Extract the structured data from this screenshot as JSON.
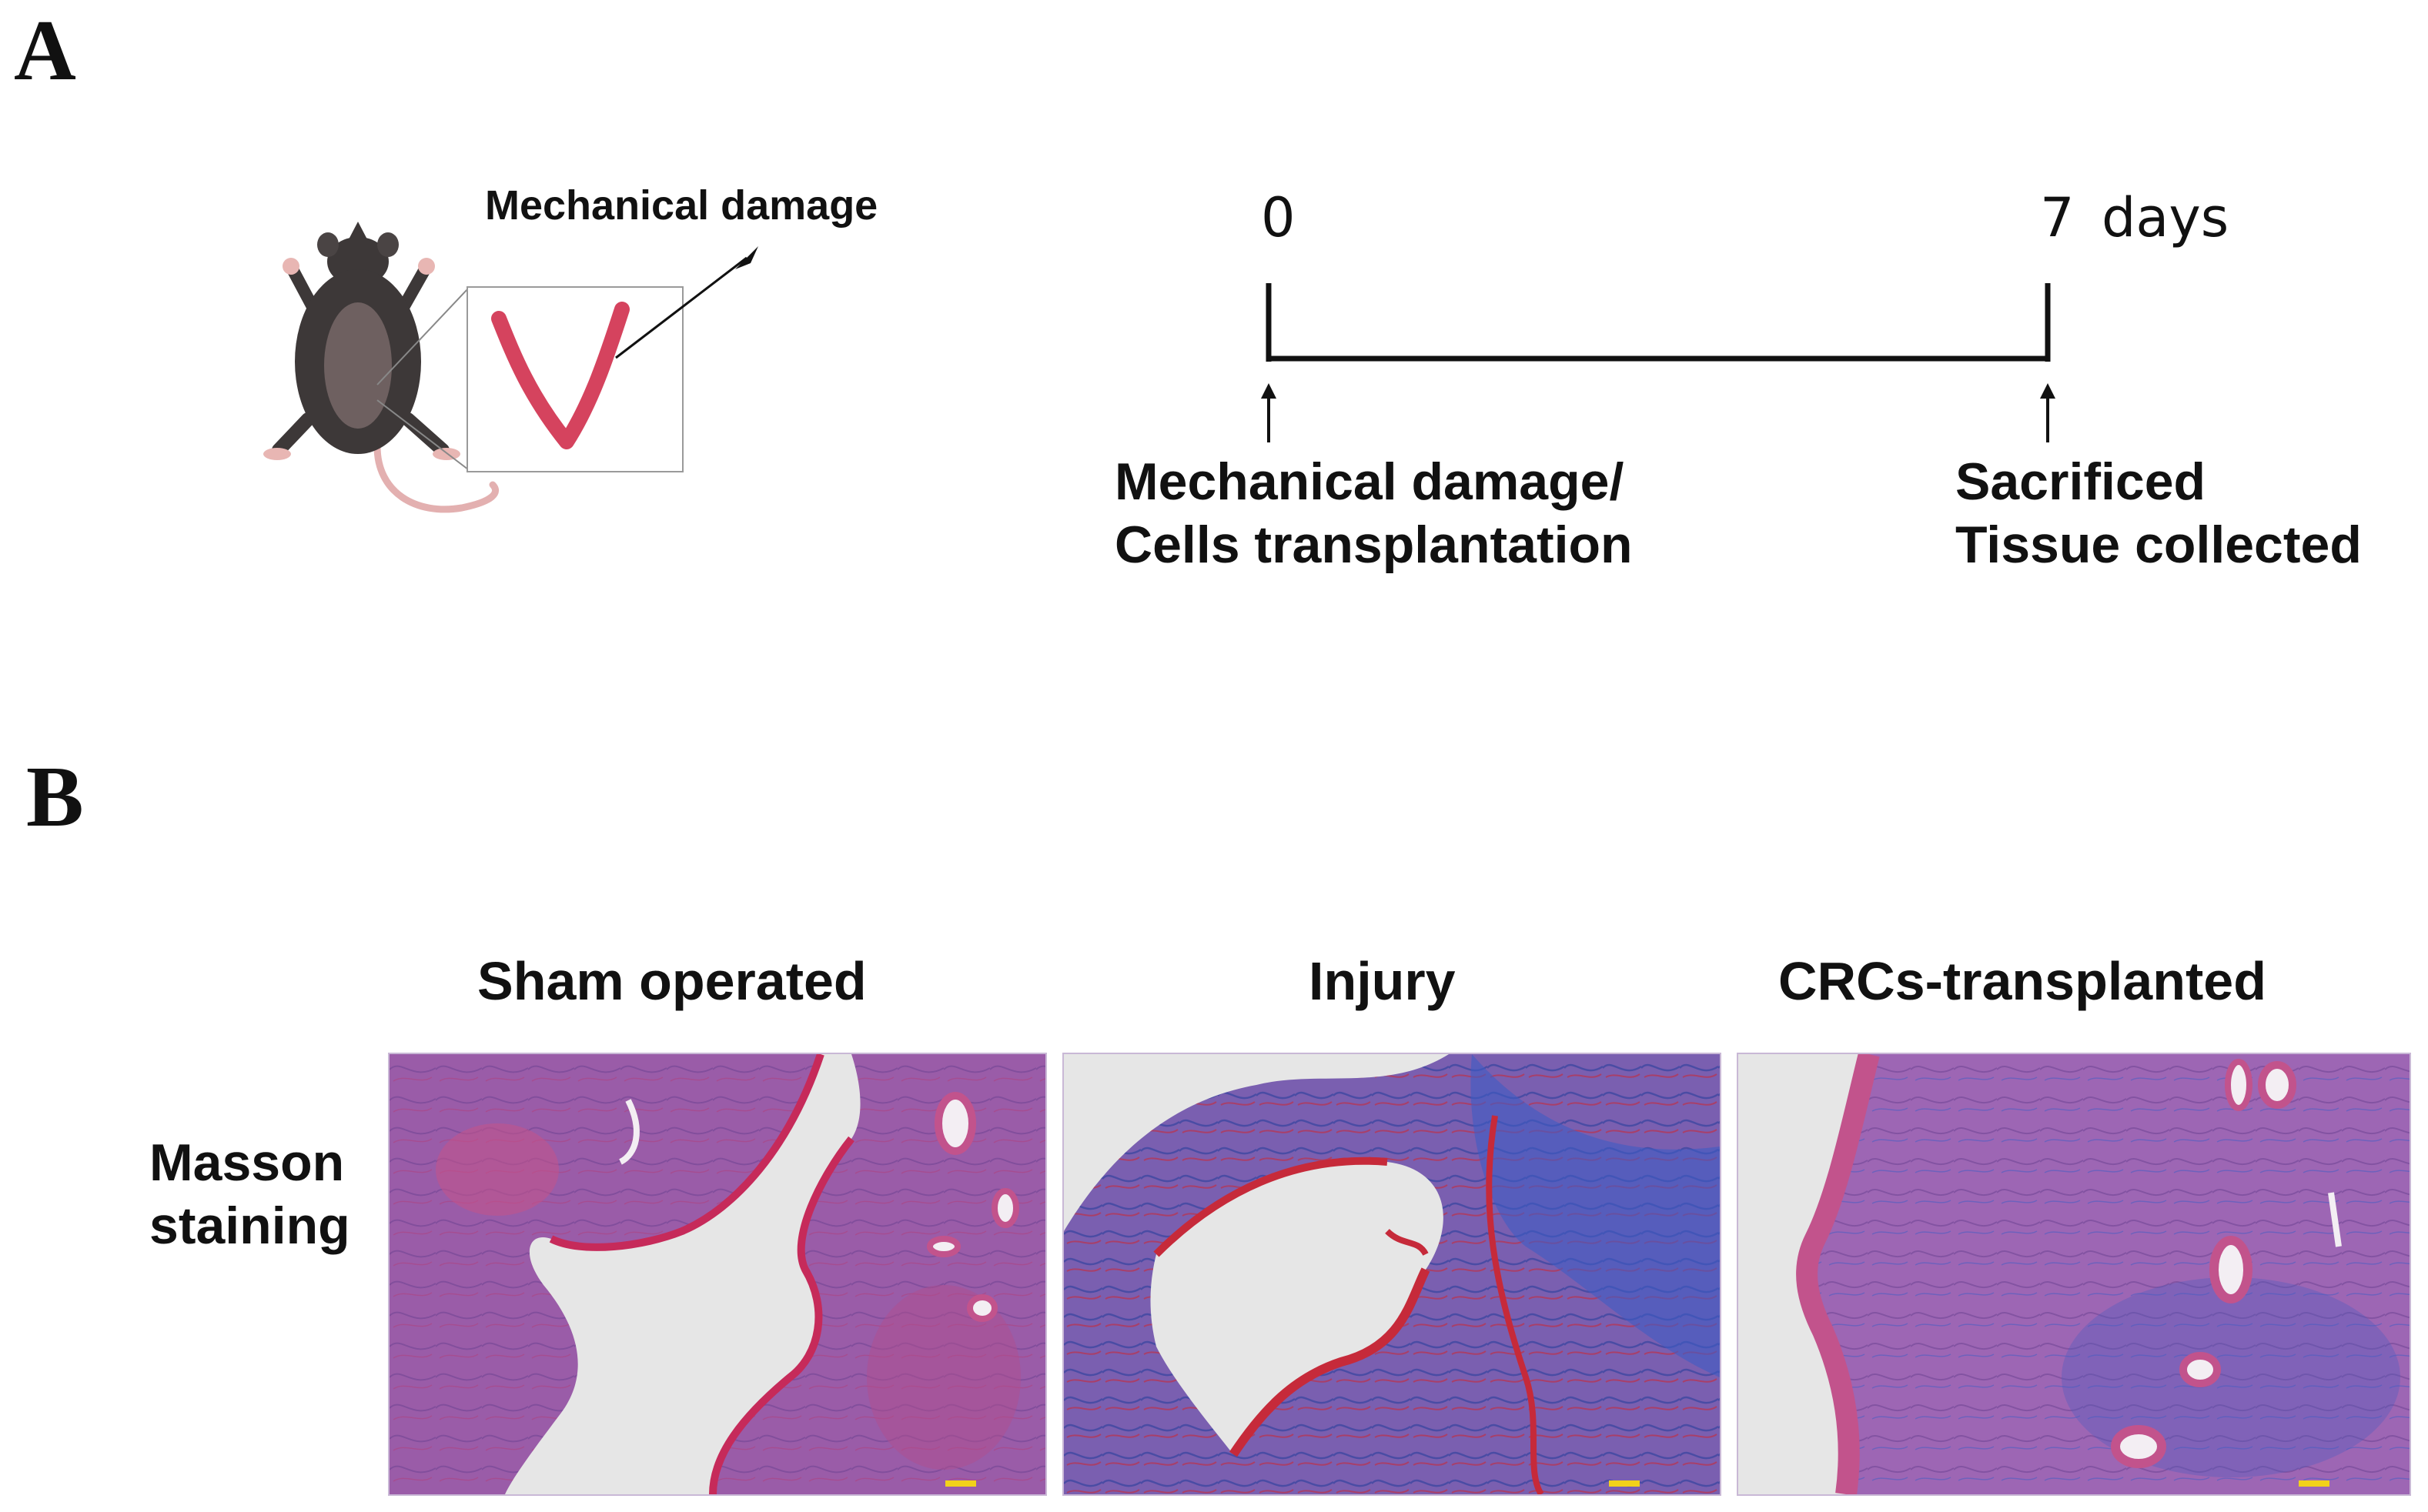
{
  "panel_a": {
    "letter": "A",
    "callout_label": "Mechanical damage",
    "timeline": {
      "start_value": "0",
      "end_value": "7",
      "unit": "days",
      "start_event": [
        "Mechanical damage/",
        "Cells transplantation"
      ],
      "end_event": [
        "Sacrificed",
        "Tissue collected"
      ]
    }
  },
  "panel_b": {
    "letter": "B",
    "row_label": [
      "Masson",
      "staining"
    ],
    "columns": [
      "Sham operated",
      "Injury",
      "CRCs-transplanted"
    ]
  },
  "colors": {
    "vessel": "#d5435e",
    "mouse_body": "#3d3838",
    "tissue_pink": "#c2538c",
    "tissue_purple": "#8a6bb8",
    "collagen_blue": "#3d5cc4",
    "muscle_red": "#c62a3a",
    "lumen": "#e6e6e6",
    "scale_bar": "#f2d21a"
  }
}
